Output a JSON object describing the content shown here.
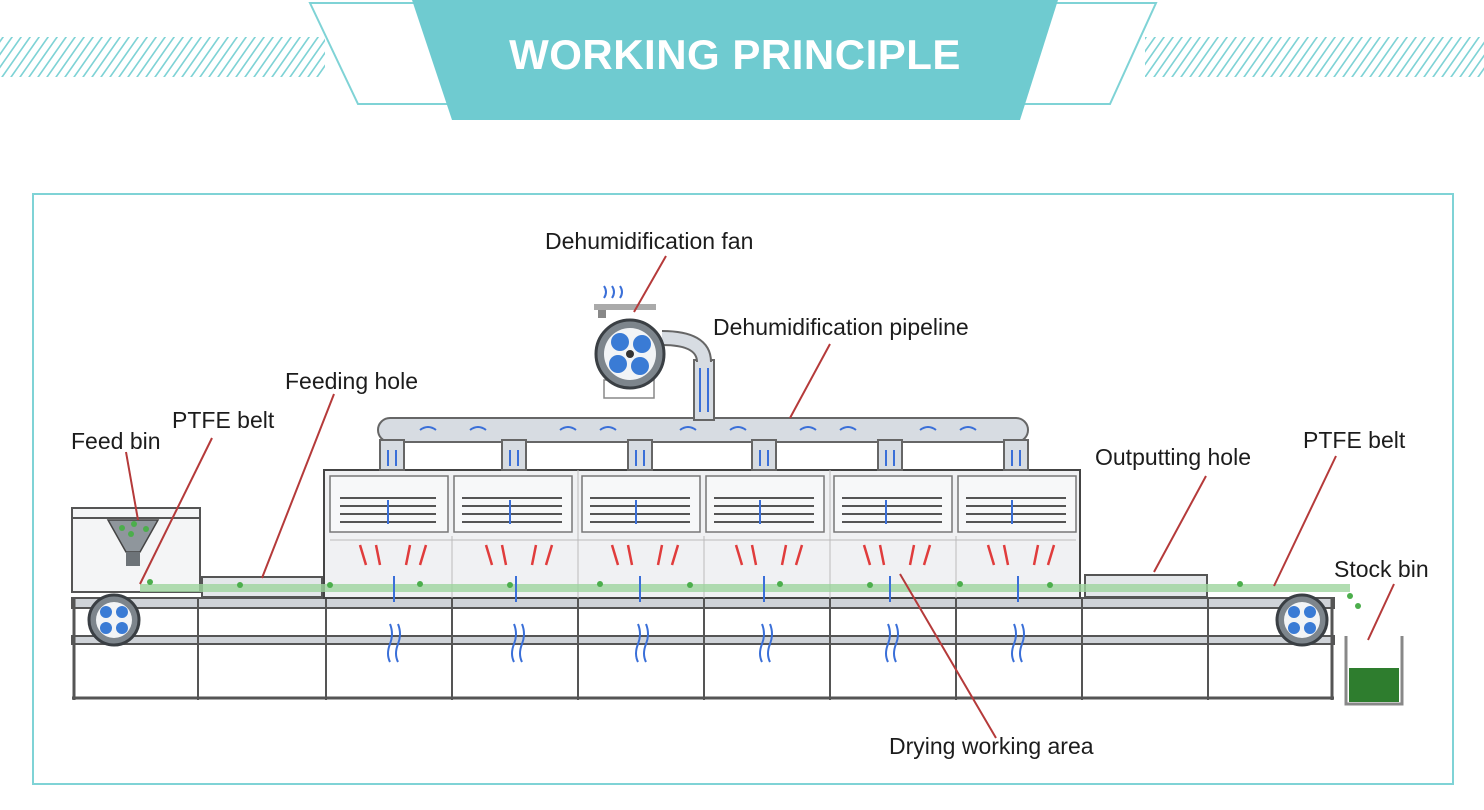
{
  "header": {
    "title": "WORKING PRINCIPLE",
    "band_color": "#6fcbd0",
    "outline_color": "#7fd3d6"
  },
  "labels": {
    "dehumidification_fan": "Dehumidification fan",
    "dehumidification_pipeline": "Dehumidification pipeline",
    "feeding_hole": "Feeding hole",
    "ptfe_belt_left": "PTFE belt",
    "feed_bin": "Feed bin",
    "outputting_hole": "Outputting hole",
    "ptfe_belt_right": "PTFE belt",
    "stock_bin": "Stock bin",
    "drying_working_area": "Drying working area"
  },
  "colors": {
    "leader_line": "#b53a3a",
    "airflow": "#3a6fd8",
    "microwave": "#e03c3c",
    "material": "#4cae4c",
    "roller": "#3a7bd5",
    "stock": "#2e7d2e",
    "metal": "#d9dde2",
    "frame": "#555555"
  },
  "icons": [
    "fan-icon",
    "roller-icon",
    "hopper-icon",
    "bin-icon"
  ]
}
